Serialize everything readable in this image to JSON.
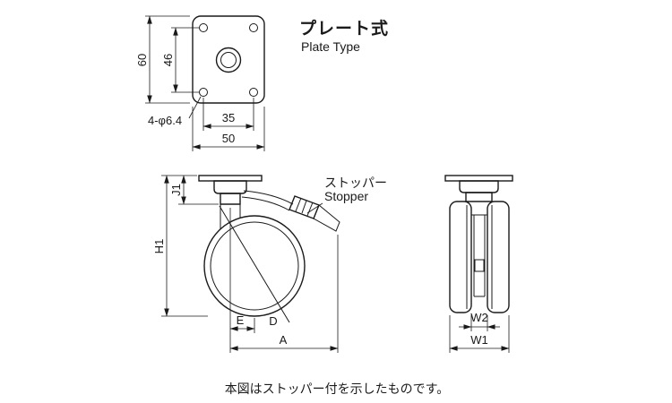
{
  "title": {
    "jp": "プレート式",
    "en": "Plate Type"
  },
  "note": "本図はストッパー付を示したものです。",
  "plate_view": {
    "dim_height_outer": "60",
    "dim_height_holes": "46",
    "dim_width_holes": "35",
    "dim_width_outer": "50",
    "hole_callout": "4-φ6.4"
  },
  "side_view": {
    "dim_j1": "J1",
    "dim_h1": "H1",
    "dim_e": "E",
    "dim_d": "D",
    "dim_a": "A",
    "stopper_label_jp": "ストッパー",
    "stopper_label_en": "Stopper"
  },
  "front_view": {
    "dim_w2": "W2",
    "dim_w1": "W1"
  }
}
